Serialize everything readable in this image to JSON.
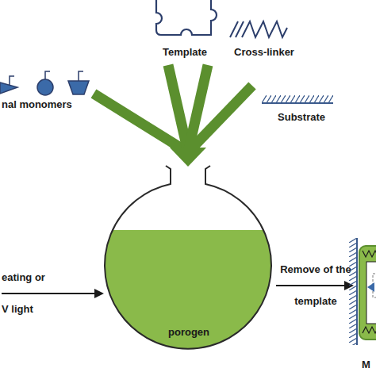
{
  "diagram": {
    "nodes": [
      {
        "text": [
          "porogen"
        ]
      }
    ],
    "labels": [
      "Template",
      "Cross-linker",
      "nal monomers",
      "Substrate",
      "eating or V light",
      "Remove of the template",
      "M"
    ]
  }
}
